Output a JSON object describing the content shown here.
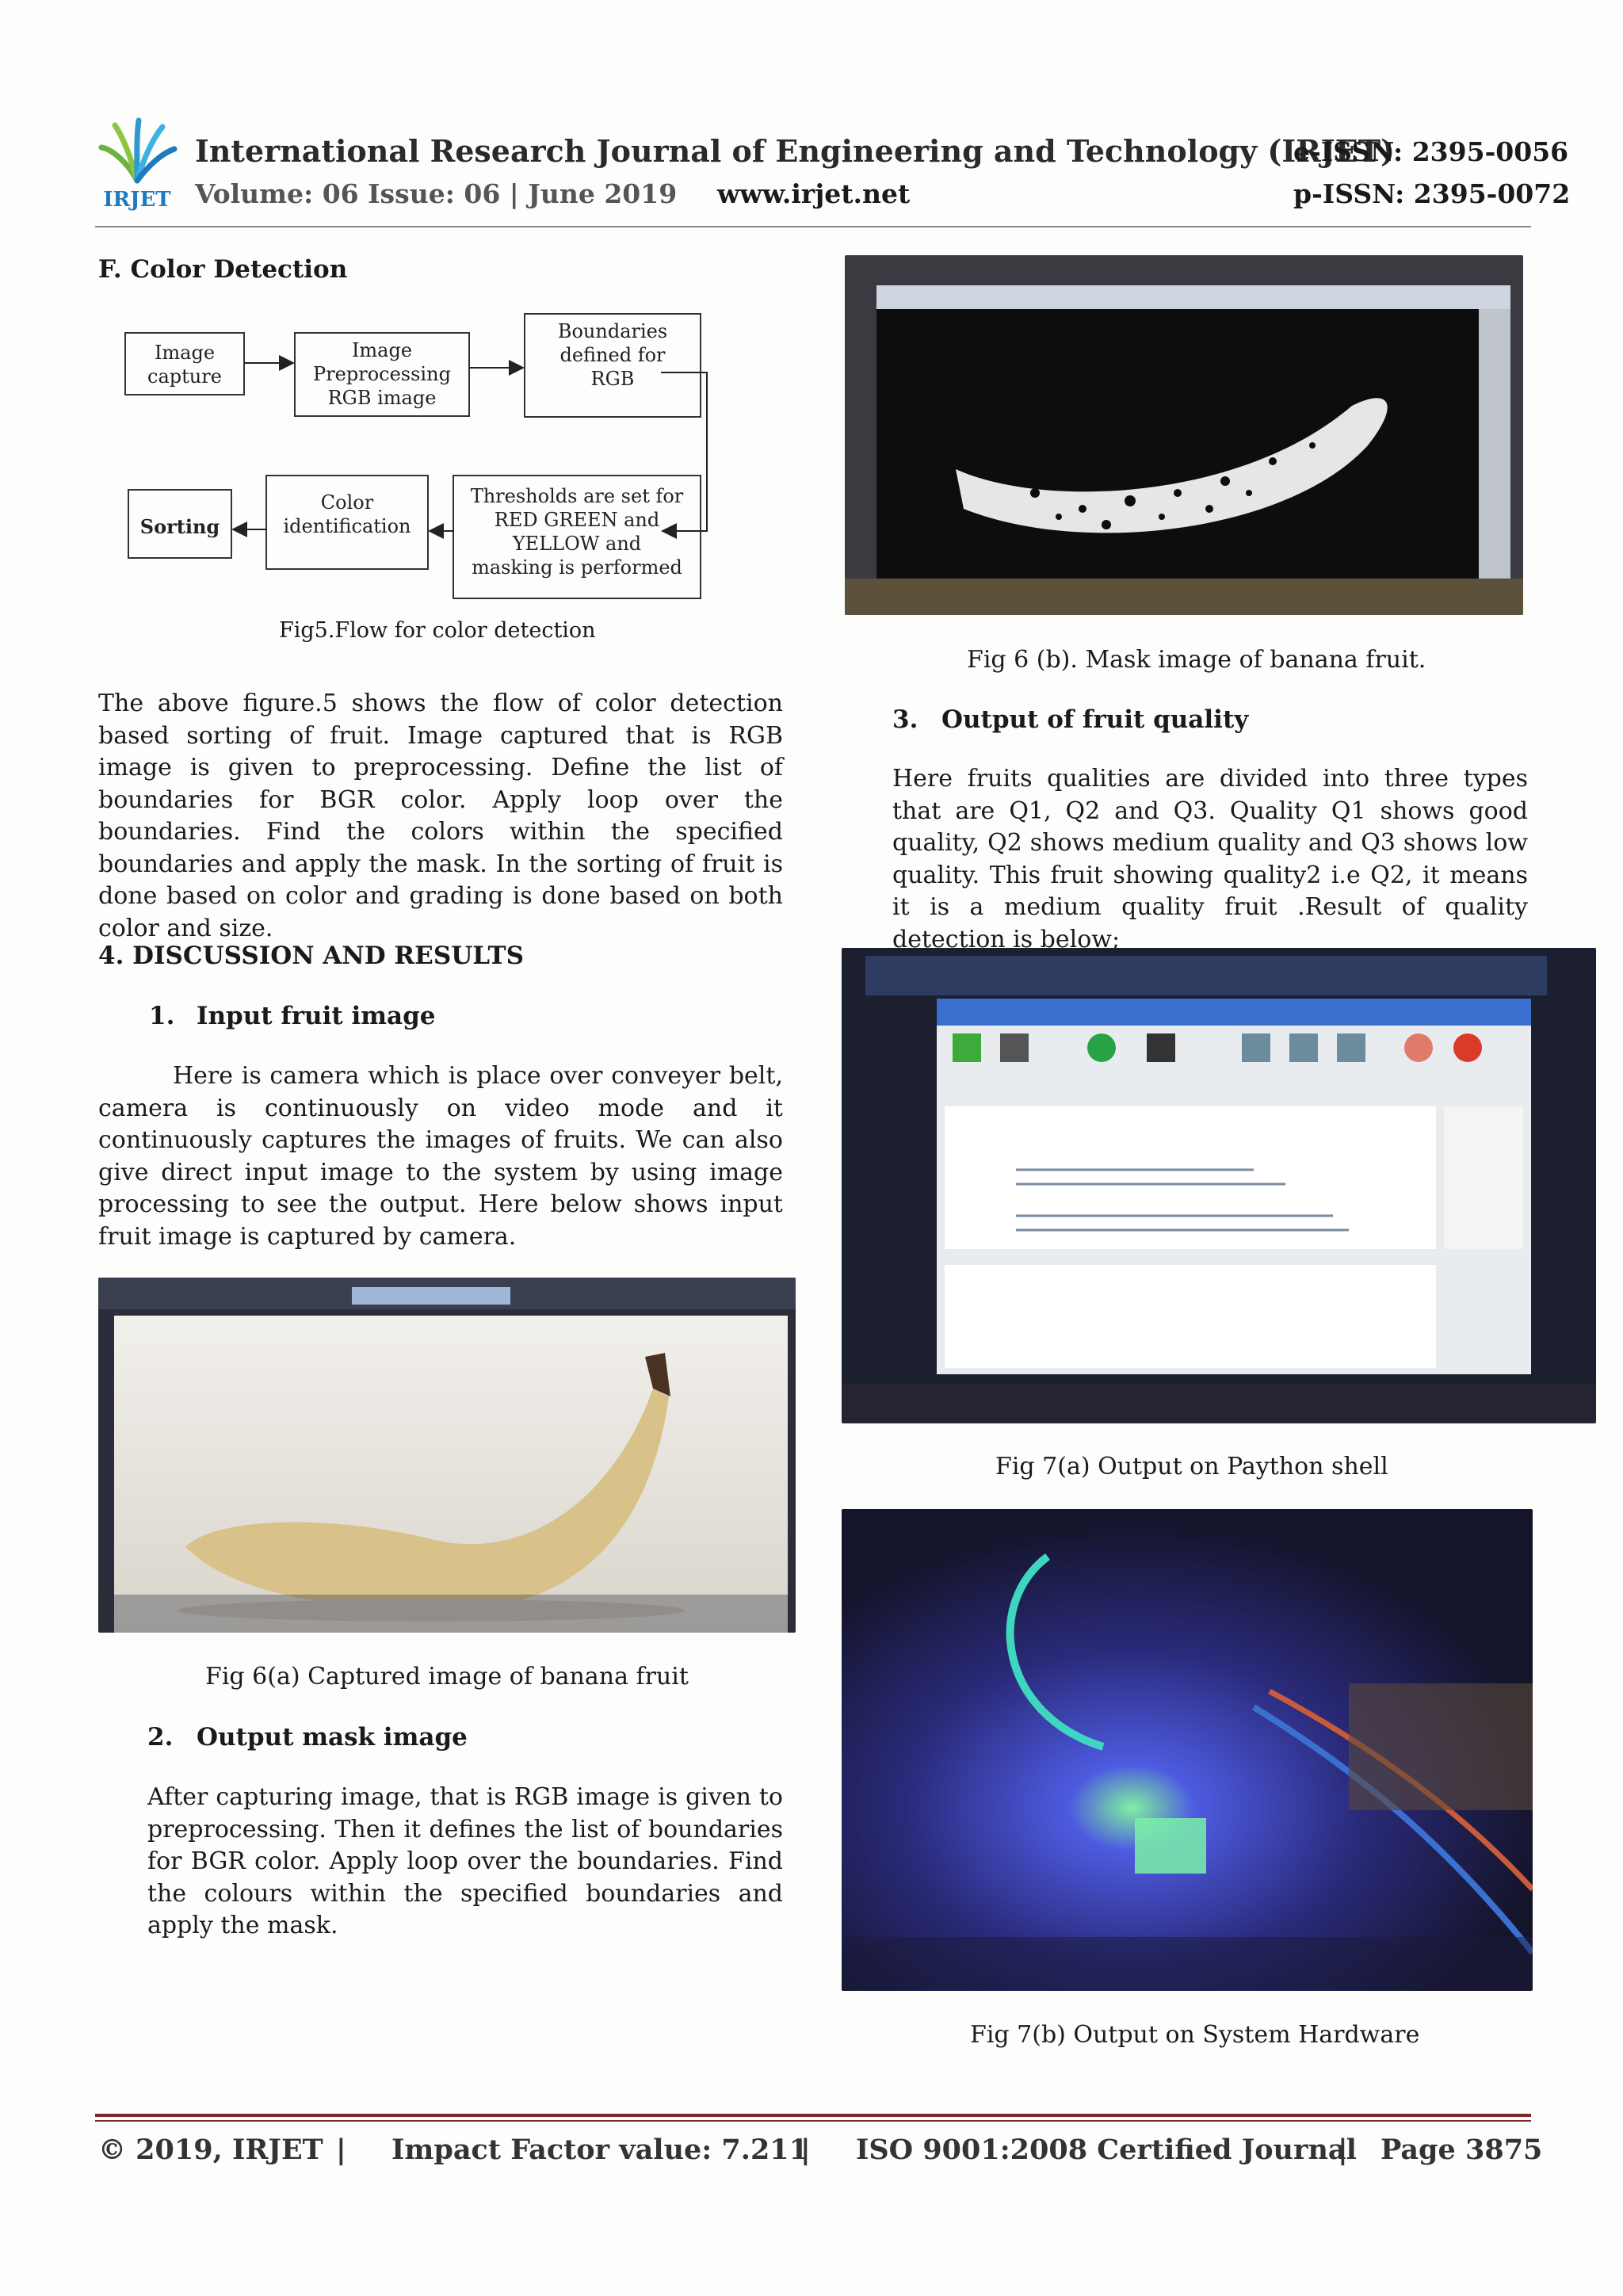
{
  "header": {
    "journal_title": "International Research Journal of Engineering and Technology (IRJET)",
    "eissn": "e-ISSN: 2395-0056",
    "volume": "Volume: 06 Issue: 06 | June 2019",
    "website": "www.irjet.net",
    "pissn": "p-ISSN: 2395-0072",
    "logo_text": "IRJET"
  },
  "left": {
    "section_f": "F. Color Detection",
    "flow": {
      "box1": [
        "Image",
        "capture"
      ],
      "box2": [
        "Image",
        "Preprocessing",
        "RGB image"
      ],
      "box3": [
        "Boundaries",
        "defined for",
        "RGB"
      ],
      "box4": [
        "Thresholds are set for",
        "RED GREEN and",
        "YELLOW and",
        "masking is performed"
      ],
      "box5": [
        "Color",
        "identification"
      ],
      "box6": [
        "Sorting"
      ]
    },
    "fig5_caption": "Fig5.Flow for color detection",
    "para1": "The above figure.5 shows the flow of color detection based sorting of fruit. Image captured that is RGB image is given to preprocessing. Define the list of boundaries for BGR color. Apply loop over the boundaries. Find the colors within the specified boundaries and apply the mask. In the sorting of fruit is done based on color and grading is done based on both color and size.",
    "section4": "4. DISCUSSION AND RESULTS",
    "item1_num": "1.",
    "item1_title": "Input fruit image",
    "para2": "Here is camera which is place over conveyer belt, camera is continuously on video mode and it continuously captures the images of fruits. We can also give direct input image to the system by using image processing to see the output. Here below shows input fruit image is captured by camera.",
    "fig6a_caption": "Fig 6(a)  Captured image of  banana fruit",
    "item2_num": "2.",
    "item2_title": "Output mask image",
    "para3": "After capturing image, that is RGB image is given to preprocessing. Then it defines the list of boundaries for BGR color. Apply loop over the boundaries. Find the colours within the specified boundaries and apply the mask."
  },
  "right": {
    "fig6b_caption": "Fig 6 (b).  Mask image of banana fruit.",
    "item3_num": "3.",
    "item3_title": "Output of fruit quality",
    "para4": "Here fruits qualities are divided into three types that are Q1, Q2 and Q3. Quality Q1 shows good quality, Q2 shows medium quality and Q3 shows low quality. This fruit showing quality2  i.e Q2, it means it is a medium quality fruit .Result of quality detection is below;",
    "fig7a_caption": "Fig 7(a) Output on Paython shell",
    "fig7b_caption": "Fig 7(b) Output on System Hardware"
  },
  "footer": {
    "copyright": "© 2019, IRJET",
    "sep1": "|",
    "impact": "Impact Factor value: 7.211",
    "sep2": "|",
    "iso": "ISO 9001:2008 Certified Journal",
    "sep3": "|",
    "page": "Page 3875"
  }
}
